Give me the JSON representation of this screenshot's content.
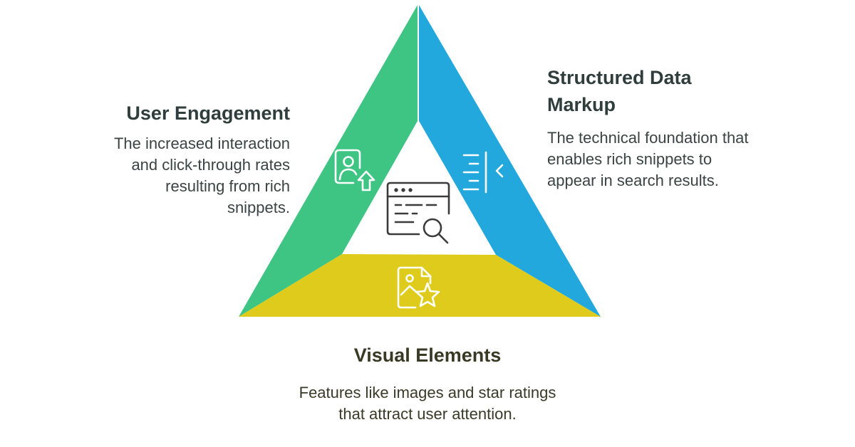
{
  "colors": {
    "user_engagement": "#3fc583",
    "structured_data": "#22a8dc",
    "visual_elements": "#dfcb1b",
    "icon_stroke": "#ffffff",
    "center_icon_stroke": "#3b3b3b",
    "heading_text": "#2f3d3c"
  },
  "user_engagement": {
    "title": "User Engagement",
    "description": "The increased interaction and click-through rates resulting from rich snippets.",
    "icon": "user-arrow-up-icon"
  },
  "structured_data": {
    "title": "Structured Data Markup",
    "description": "The technical foundation that enables rich snippets to appear in search results.",
    "icon": "code-lines-icon"
  },
  "visual_elements": {
    "title": "Visual Elements",
    "description": "Features like images and star ratings that attract user attention.",
    "icon": "image-star-icon"
  },
  "center": {
    "icon": "browser-search-icon"
  }
}
